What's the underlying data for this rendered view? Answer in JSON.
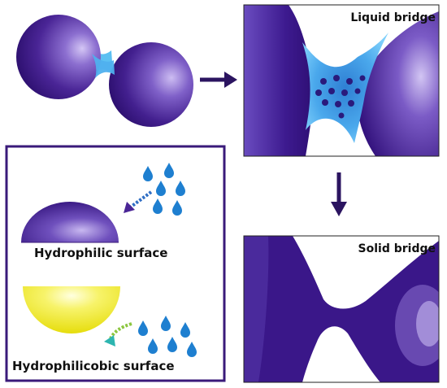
{
  "panels": {
    "liquid_bridge": {
      "label": "Liquid bridge"
    },
    "solid_bridge": {
      "label": "Solid bridge"
    }
  },
  "legend": {
    "hydrophilic": {
      "label": "Hydrophilic surface"
    },
    "hydrophobic": {
      "label": "Hydrophilicobic surface"
    }
  },
  "colors": {
    "particle": "#3b1a8a",
    "particle_highlight": "#b7a6e6",
    "liquid": "#52b6f0",
    "hydrophobic_surface": "#f2ef1a",
    "droplet": "#1e7fd0",
    "frame": "#3a1a7a",
    "arrow": "#2b1460"
  },
  "icons": {
    "process_arrow_right": "arrow-right-icon",
    "process_arrow_down": "arrow-down-icon",
    "water_droplet": "water-droplet-icon"
  }
}
